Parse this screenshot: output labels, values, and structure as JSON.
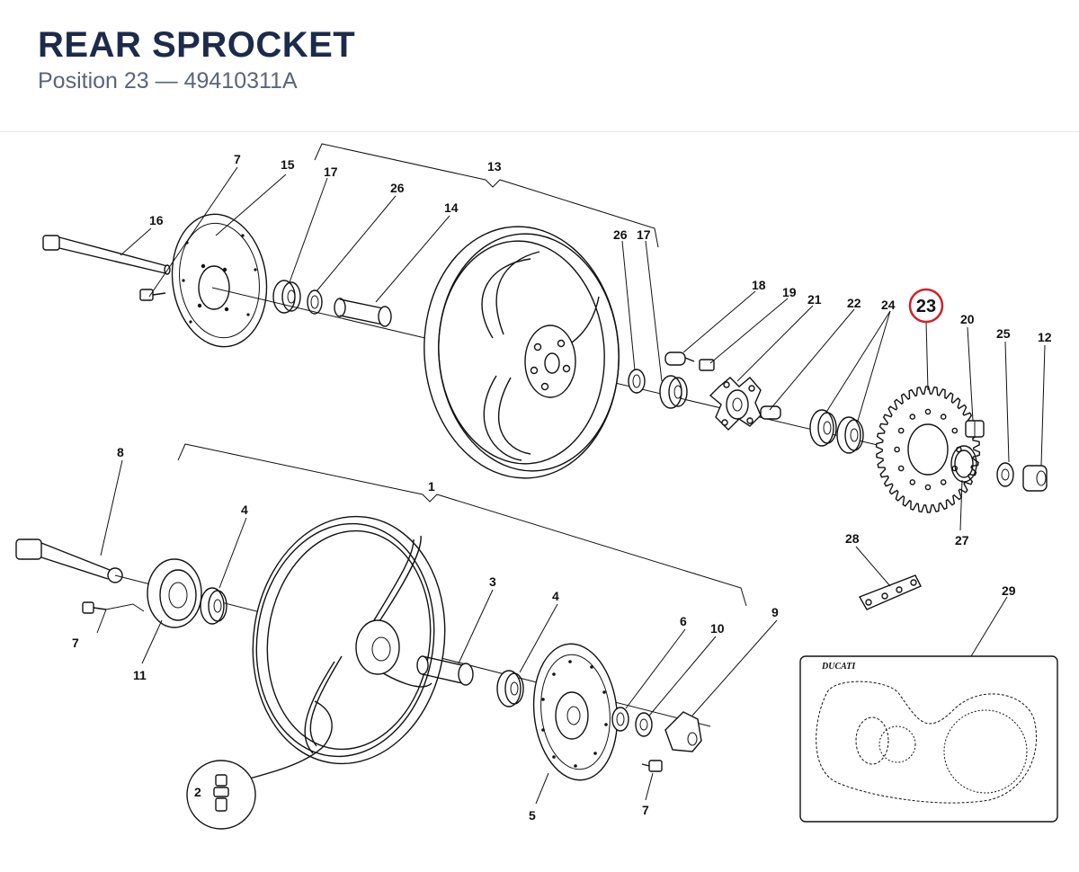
{
  "header": {
    "title": "REAR SPROCKET",
    "subtitle": "Position 23 — 49410311A"
  },
  "highlight": {
    "label": "23",
    "color": "#d0202a"
  },
  "callouts": {
    "c7a": "7",
    "c15": "15",
    "c16": "16",
    "c17a": "17",
    "c26a": "26",
    "c13": "13",
    "c14": "14",
    "c26b": "26",
    "c17b": "17",
    "c18": "18",
    "c19": "19",
    "c21": "21",
    "c22": "22",
    "c24": "24",
    "c20": "20",
    "c25": "25",
    "c12": "12",
    "c27": "27",
    "c28": "28",
    "c29": "29",
    "c8": "8",
    "c4a": "4",
    "c1": "1",
    "c3": "3",
    "c4b": "4",
    "c6": "6",
    "c10": "10",
    "c9": "9",
    "c7b": "7",
    "c11": "11",
    "c2": "2",
    "c5": "5",
    "c7c": "7"
  },
  "inset": {
    "brand": "DUCATI"
  }
}
